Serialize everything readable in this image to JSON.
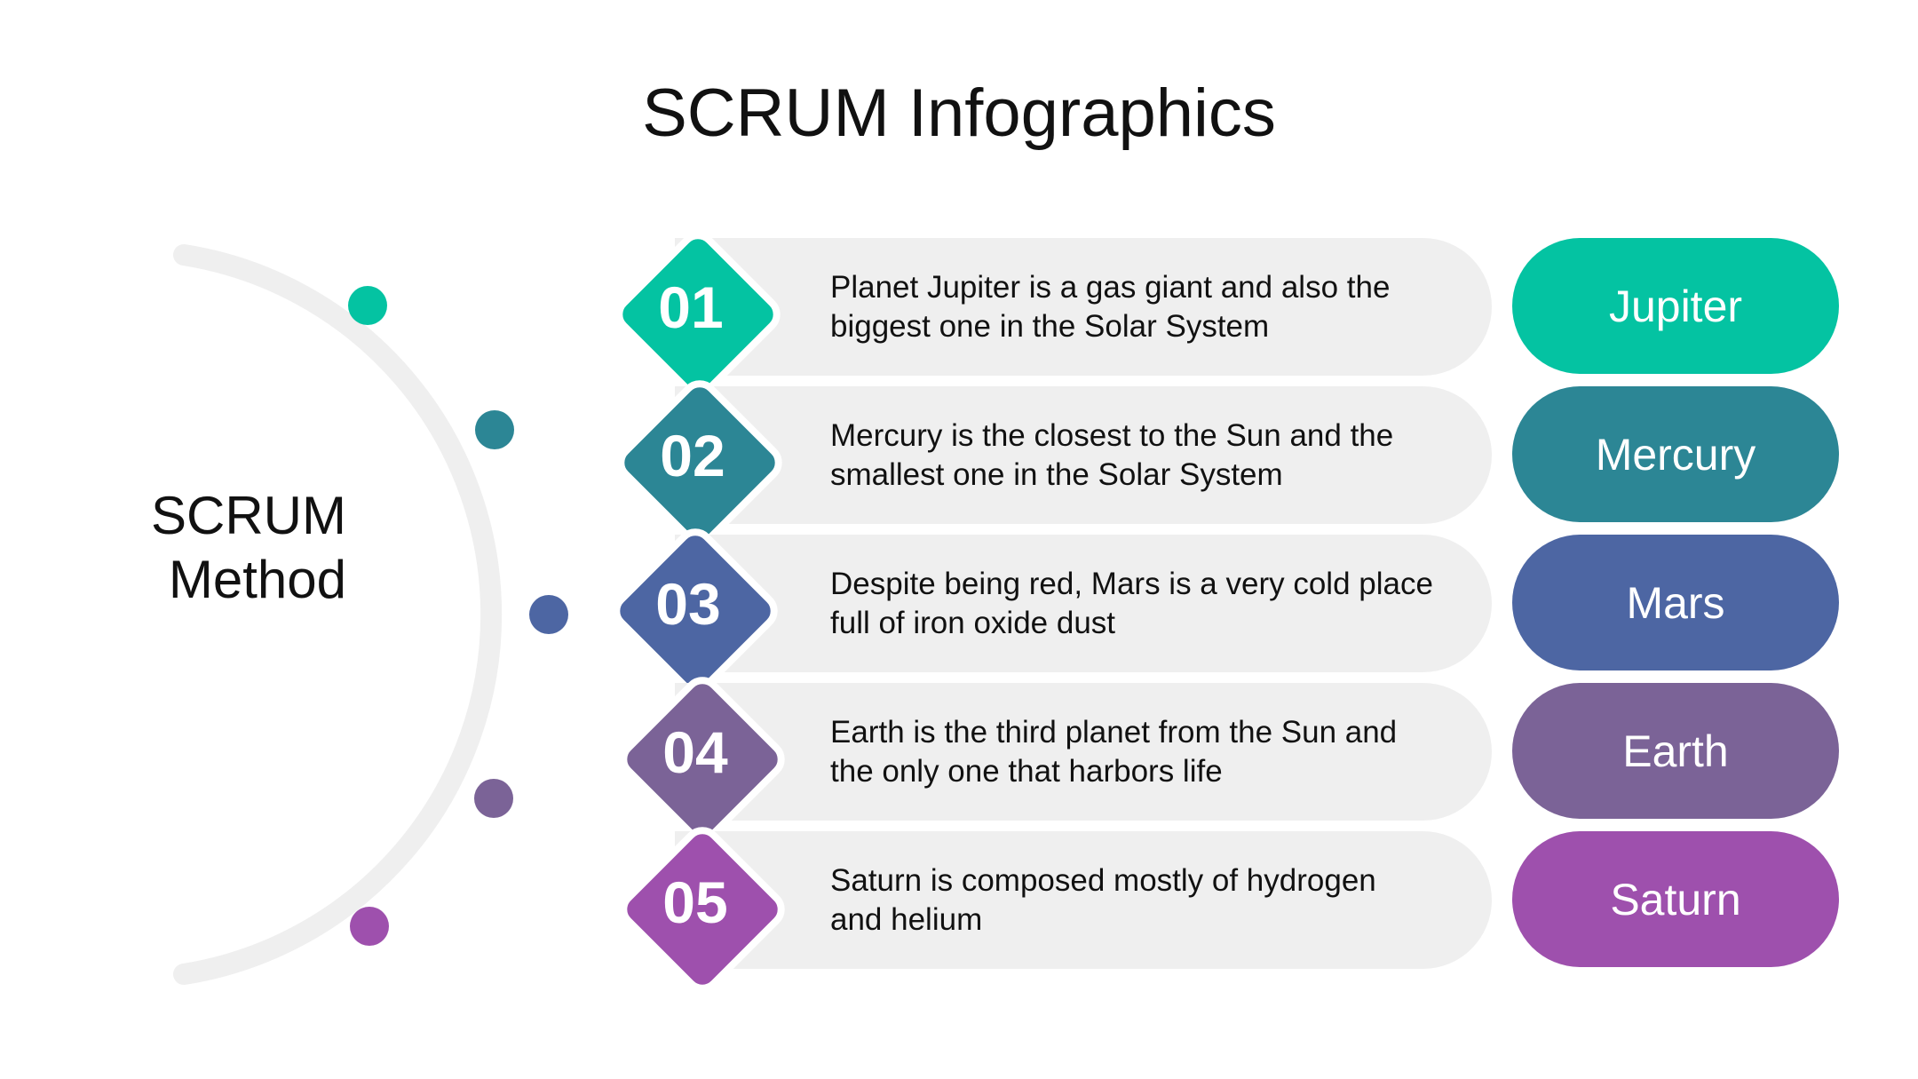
{
  "title": "SCRUM Infographics",
  "method_label": "SCRUM Method",
  "colors": {
    "arc": "#efefef",
    "bar": "#efefef"
  },
  "items": [
    {
      "number": "01",
      "description": "Planet Jupiter is a gas giant and also the biggest one in the Solar System",
      "label": "Jupiter",
      "color": "#04c3a2"
    },
    {
      "number": "02",
      "description": "Mercury is the closest to the Sun and the smallest one in the Solar System",
      "label": "Mercury",
      "color": "#2c8695"
    },
    {
      "number": "03",
      "description": "Despite being red, Mars is a very cold place full of iron oxide dust",
      "label": "Mars",
      "color": "#4d66a3"
    },
    {
      "number": "04",
      "description": "Earth is the third planet from the Sun and the only one that harbors life",
      "label": "Earth",
      "color": "#7b6397"
    },
    {
      "number": "05",
      "description": "Saturn is composed mostly of hydrogen and helium",
      "label": "Saturn",
      "color": "#9e50ad"
    }
  ]
}
